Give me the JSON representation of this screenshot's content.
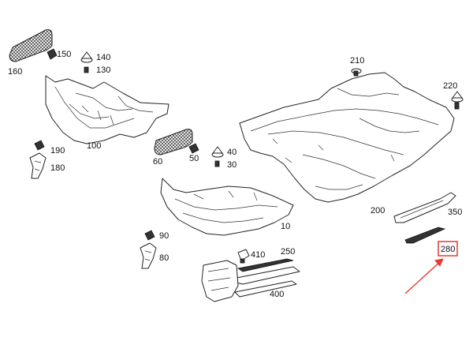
{
  "diagram": {
    "labels": [
      {
        "id": "160",
        "text": "160"
      },
      {
        "id": "150",
        "text": "150"
      },
      {
        "id": "140",
        "text": "140"
      },
      {
        "id": "130",
        "text": "130"
      },
      {
        "id": "100",
        "text": "100"
      },
      {
        "id": "190",
        "text": "190"
      },
      {
        "id": "180",
        "text": "180"
      },
      {
        "id": "60",
        "text": "60"
      },
      {
        "id": "50",
        "text": "50"
      },
      {
        "id": "40",
        "text": "40"
      },
      {
        "id": "30",
        "text": "30"
      },
      {
        "id": "210",
        "text": "210"
      },
      {
        "id": "220",
        "text": "220"
      },
      {
        "id": "200",
        "text": "200"
      },
      {
        "id": "350",
        "text": "350"
      },
      {
        "id": "280",
        "text": "280"
      },
      {
        "id": "10",
        "text": "10"
      },
      {
        "id": "90",
        "text": "90"
      },
      {
        "id": "80",
        "text": "80"
      },
      {
        "id": "410",
        "text": "410"
      },
      {
        "id": "250",
        "text": "250"
      },
      {
        "id": "400",
        "text": "400"
      }
    ],
    "highlight": {
      "label_id": "280",
      "color": "#e53935"
    }
  }
}
